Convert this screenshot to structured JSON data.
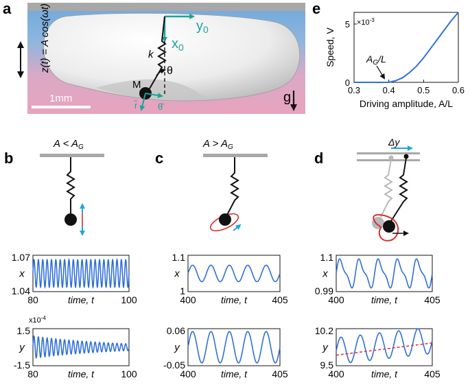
{
  "panel_a": {
    "letter": "a",
    "side_label": "z(t) = A cos(ωt)",
    "x0": "x",
    "x0_sub": "0",
    "y0": "y",
    "y0_sub": "0",
    "k": "k",
    "theta": "θ",
    "M": "M",
    "g": "g",
    "r_hat": "r̂",
    "theta_hat": "θ̂",
    "scale": "1mm",
    "colors": {
      "top": "#6fa8dc",
      "bottom": "#e8a3bd",
      "teal": "#1aa39a",
      "drop": "#e6e6e6"
    }
  },
  "panel_e": {
    "letter": "e",
    "annotation_main": "A",
    "annotation_sub": "G",
    "annotation_tail": "/L",
    "multiplier": "×10",
    "multiplier_exp": "-3"
  },
  "panel_b": {
    "letter": "b",
    "label_main": "A < A",
    "label_sub": "G",
    "x_plot": {
      "ylabel": "x",
      "xlabel": "time, t",
      "yticks": [
        "1.07",
        "1.04"
      ],
      "xticks": [
        "80",
        "100"
      ]
    },
    "y_plot": {
      "ylabel": "y",
      "xlabel": "time, t",
      "multiplier": "x10",
      "multiplier_exp": "-4",
      "yticks": [
        "1.5",
        "-1.5"
      ],
      "xticks": [
        "80",
        "100"
      ]
    }
  },
  "panel_c": {
    "letter": "c",
    "label_main": "A > A",
    "label_sub": "G",
    "x_plot": {
      "ylabel": "x",
      "xlabel": "time, t",
      "yticks": [
        "1.1",
        "1"
      ],
      "xticks": [
        "400",
        "405"
      ]
    },
    "y_plot": {
      "ylabel": "y",
      "xlabel": "time, t",
      "yticks": [
        "0.06",
        "-0.05"
      ],
      "xticks": [
        "400",
        "405"
      ]
    }
  },
  "panel_d": {
    "letter": "d",
    "delta_y": "Δy",
    "x_plot": {
      "ylabel": "x",
      "xlabel": "time, t",
      "yticks": [
        "1.1",
        "0.99"
      ],
      "xticks": [
        "400",
        "405"
      ]
    },
    "y_plot": {
      "ylabel": "y",
      "xlabel": "time, t",
      "yticks": [
        "10.2",
        "9.5"
      ],
      "xticks": [
        "400",
        "405"
      ]
    }
  },
  "chart_data": [
    {
      "panel": "e",
      "type": "line",
      "xlabel": "Driving amplitude, A/L",
      "ylabel": "Speed, V",
      "xlim": [
        0.3,
        0.6
      ],
      "ylim": [
        0,
        0.006
      ],
      "xticks": [
        "0.3",
        "0.4",
        "0.5",
        "0.6"
      ],
      "yticks": [
        "0",
        "5"
      ],
      "line_color": "#2f6fd8",
      "series": [
        {
          "x": [
            0.3,
            0.32,
            0.34,
            0.36,
            0.38,
            0.39,
            0.4,
            0.42,
            0.44,
            0.46,
            0.48,
            0.5,
            0.52,
            0.54,
            0.56,
            0.58,
            0.6
          ],
          "values": [
            0,
            0,
            0,
            0,
            0,
            0,
            0,
            0.00015,
            0.0004,
            0.00085,
            0.0014,
            0.0021,
            0.0029,
            0.0037,
            0.0045,
            0.0053,
            0.006
          ]
        }
      ]
    },
    {
      "panel": "b",
      "type": "line",
      "ylabel": "x",
      "xlabel": "time, t",
      "xlim": [
        80,
        100
      ],
      "ylim": [
        1.035,
        1.072
      ],
      "series": [
        {
          "x": [
            80,
            100
          ],
          "values": [
            1.0535,
            1.0535
          ],
          "oscillation": {
            "amplitude": 0.014,
            "cycles": 22,
            "decay": 0
          }
        }
      ]
    },
    {
      "panel": "b",
      "type": "line",
      "ylabel": "y",
      "xlabel": "time, t",
      "xlim": [
        80,
        100
      ],
      "ylim": [
        -0.0002,
        0.0002
      ],
      "series": [
        {
          "x": [
            80,
            100
          ],
          "values": [
            0,
            0
          ],
          "oscillation": {
            "amplitude": 0.00012,
            "cycles": 22,
            "decay": 1.2
          }
        }
      ]
    },
    {
      "panel": "c",
      "type": "line",
      "ylabel": "x",
      "xlabel": "time, t",
      "xlim": [
        400,
        405
      ],
      "ylim": [
        0.99,
        1.1
      ],
      "series": [
        {
          "x": [
            400,
            405
          ],
          "values": [
            1.045,
            1.045
          ],
          "oscillation": {
            "amplitude": 0.025,
            "cycles": 5,
            "decay": 0
          }
        }
      ]
    },
    {
      "panel": "c",
      "type": "line",
      "ylabel": "y",
      "xlabel": "time, t",
      "xlim": [
        400,
        405
      ],
      "ylim": [
        -0.06,
        0.07
      ],
      "series": [
        {
          "x": [
            400,
            405
          ],
          "values": [
            0.005,
            0.005
          ],
          "oscillation": {
            "amplitude": 0.055,
            "cycles": 5,
            "decay": 0
          }
        }
      ]
    },
    {
      "panel": "d",
      "type": "line",
      "ylabel": "x",
      "xlabel": "time, t",
      "xlim": [
        400,
        405
      ],
      "ylim": [
        0.99,
        1.1
      ],
      "series": [
        {
          "x": [
            400,
            405
          ],
          "values": [
            1.045,
            1.045
          ],
          "oscillation": {
            "amplitude": 0.045,
            "cycles": 5,
            "decay": 0,
            "sawtooth": true
          }
        }
      ]
    },
    {
      "panel": "d",
      "type": "line",
      "ylabel": "y",
      "xlabel": "time, t",
      "xlim": [
        400,
        405
      ],
      "ylim": [
        9.5,
        10.2
      ],
      "series": [
        {
          "x": [
            400,
            405
          ],
          "values": [
            9.78,
            9.98
          ],
          "oscillation": {
            "amplitude": 0.25,
            "cycles": 5,
            "decay": 0
          }
        },
        {
          "name": "",
          "x": [
            400,
            405
          ],
          "values": [
            9.7,
            9.93
          ],
          "style": "dashed",
          "color": "#d63a4f"
        }
      ]
    }
  ]
}
